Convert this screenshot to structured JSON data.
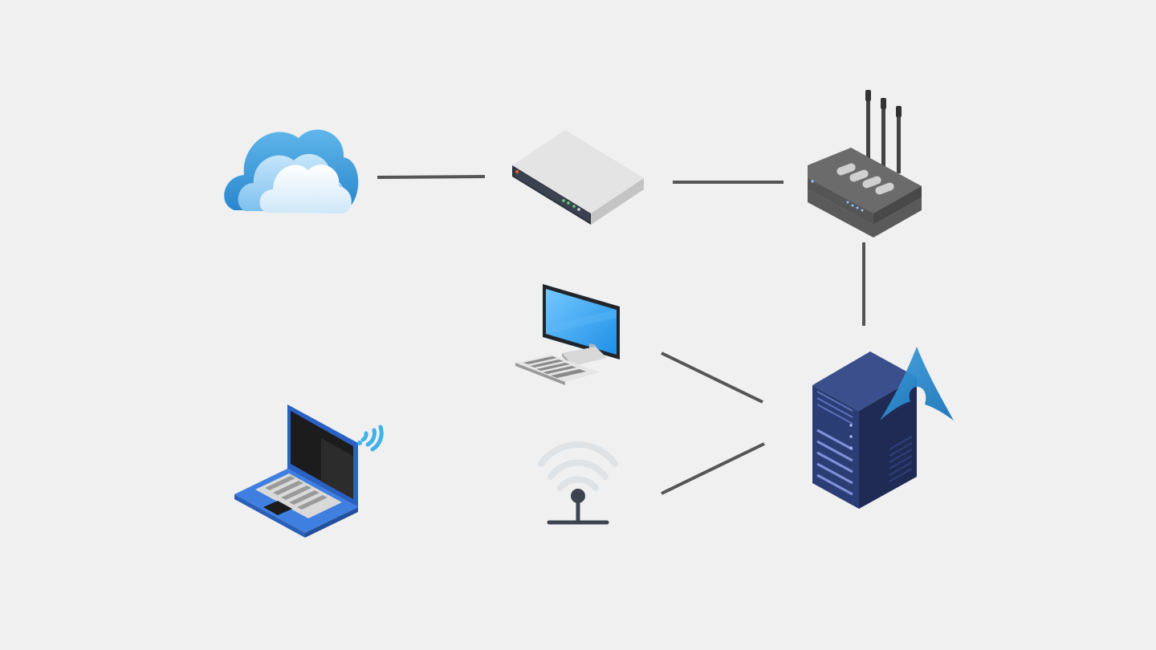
{
  "diagram": {
    "type": "network-topology",
    "background_color": "#f0f0f1",
    "link_color": "#555555",
    "nodes": [
      {
        "id": "cloud",
        "icon": "cloud-icon"
      },
      {
        "id": "modem",
        "icon": "modem-icon"
      },
      {
        "id": "router",
        "icon": "wifi-router-icon"
      },
      {
        "id": "desktop",
        "icon": "desktop-computer-icon"
      },
      {
        "id": "server",
        "icon": "server-icon",
        "badge_icon": "arch-linux-logo"
      },
      {
        "id": "laptop",
        "icon": "laptop-wifi-icon"
      },
      {
        "id": "wifi-ap",
        "icon": "wifi-antenna-icon"
      }
    ],
    "links": [
      {
        "from": "cloud",
        "to": "modem"
      },
      {
        "from": "modem",
        "to": "router"
      },
      {
        "from": "router",
        "to": "server"
      },
      {
        "from": "desktop",
        "to": "server"
      },
      {
        "from": "wifi-ap",
        "to": "server"
      }
    ]
  }
}
